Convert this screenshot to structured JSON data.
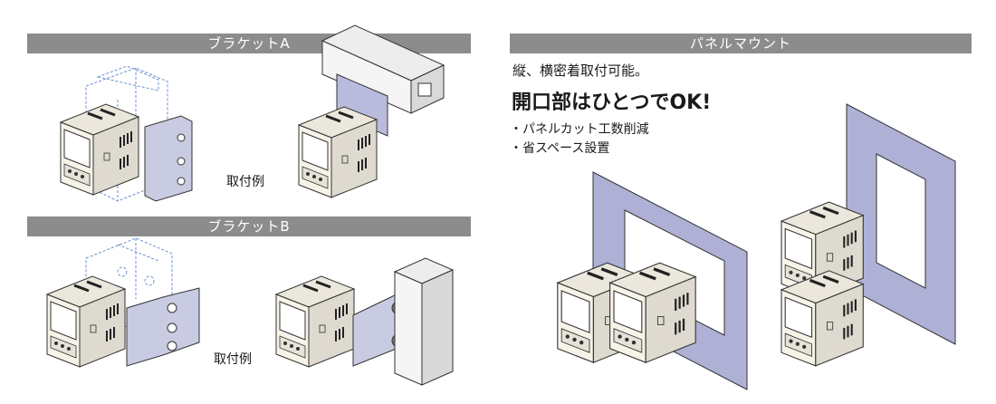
{
  "sections": {
    "bracket_a": {
      "title": "ブラケットA",
      "example_label": "取付例"
    },
    "bracket_b": {
      "title": "ブラケットB",
      "example_label": "取付例"
    },
    "panel_mount": {
      "title": "パネルマウント",
      "line1": "縦、横密着取付可能。",
      "headline": "開口部はひとつでOK!",
      "bullets": [
        "・パネルカット工数削減",
        "・省スペース設置"
      ]
    }
  },
  "colors": {
    "header_bar": "#8c8c8c",
    "panel": "#aeb0d6",
    "device_face": "#f7f3e8",
    "metal": "#c9cbe3",
    "line": "#333333"
  }
}
